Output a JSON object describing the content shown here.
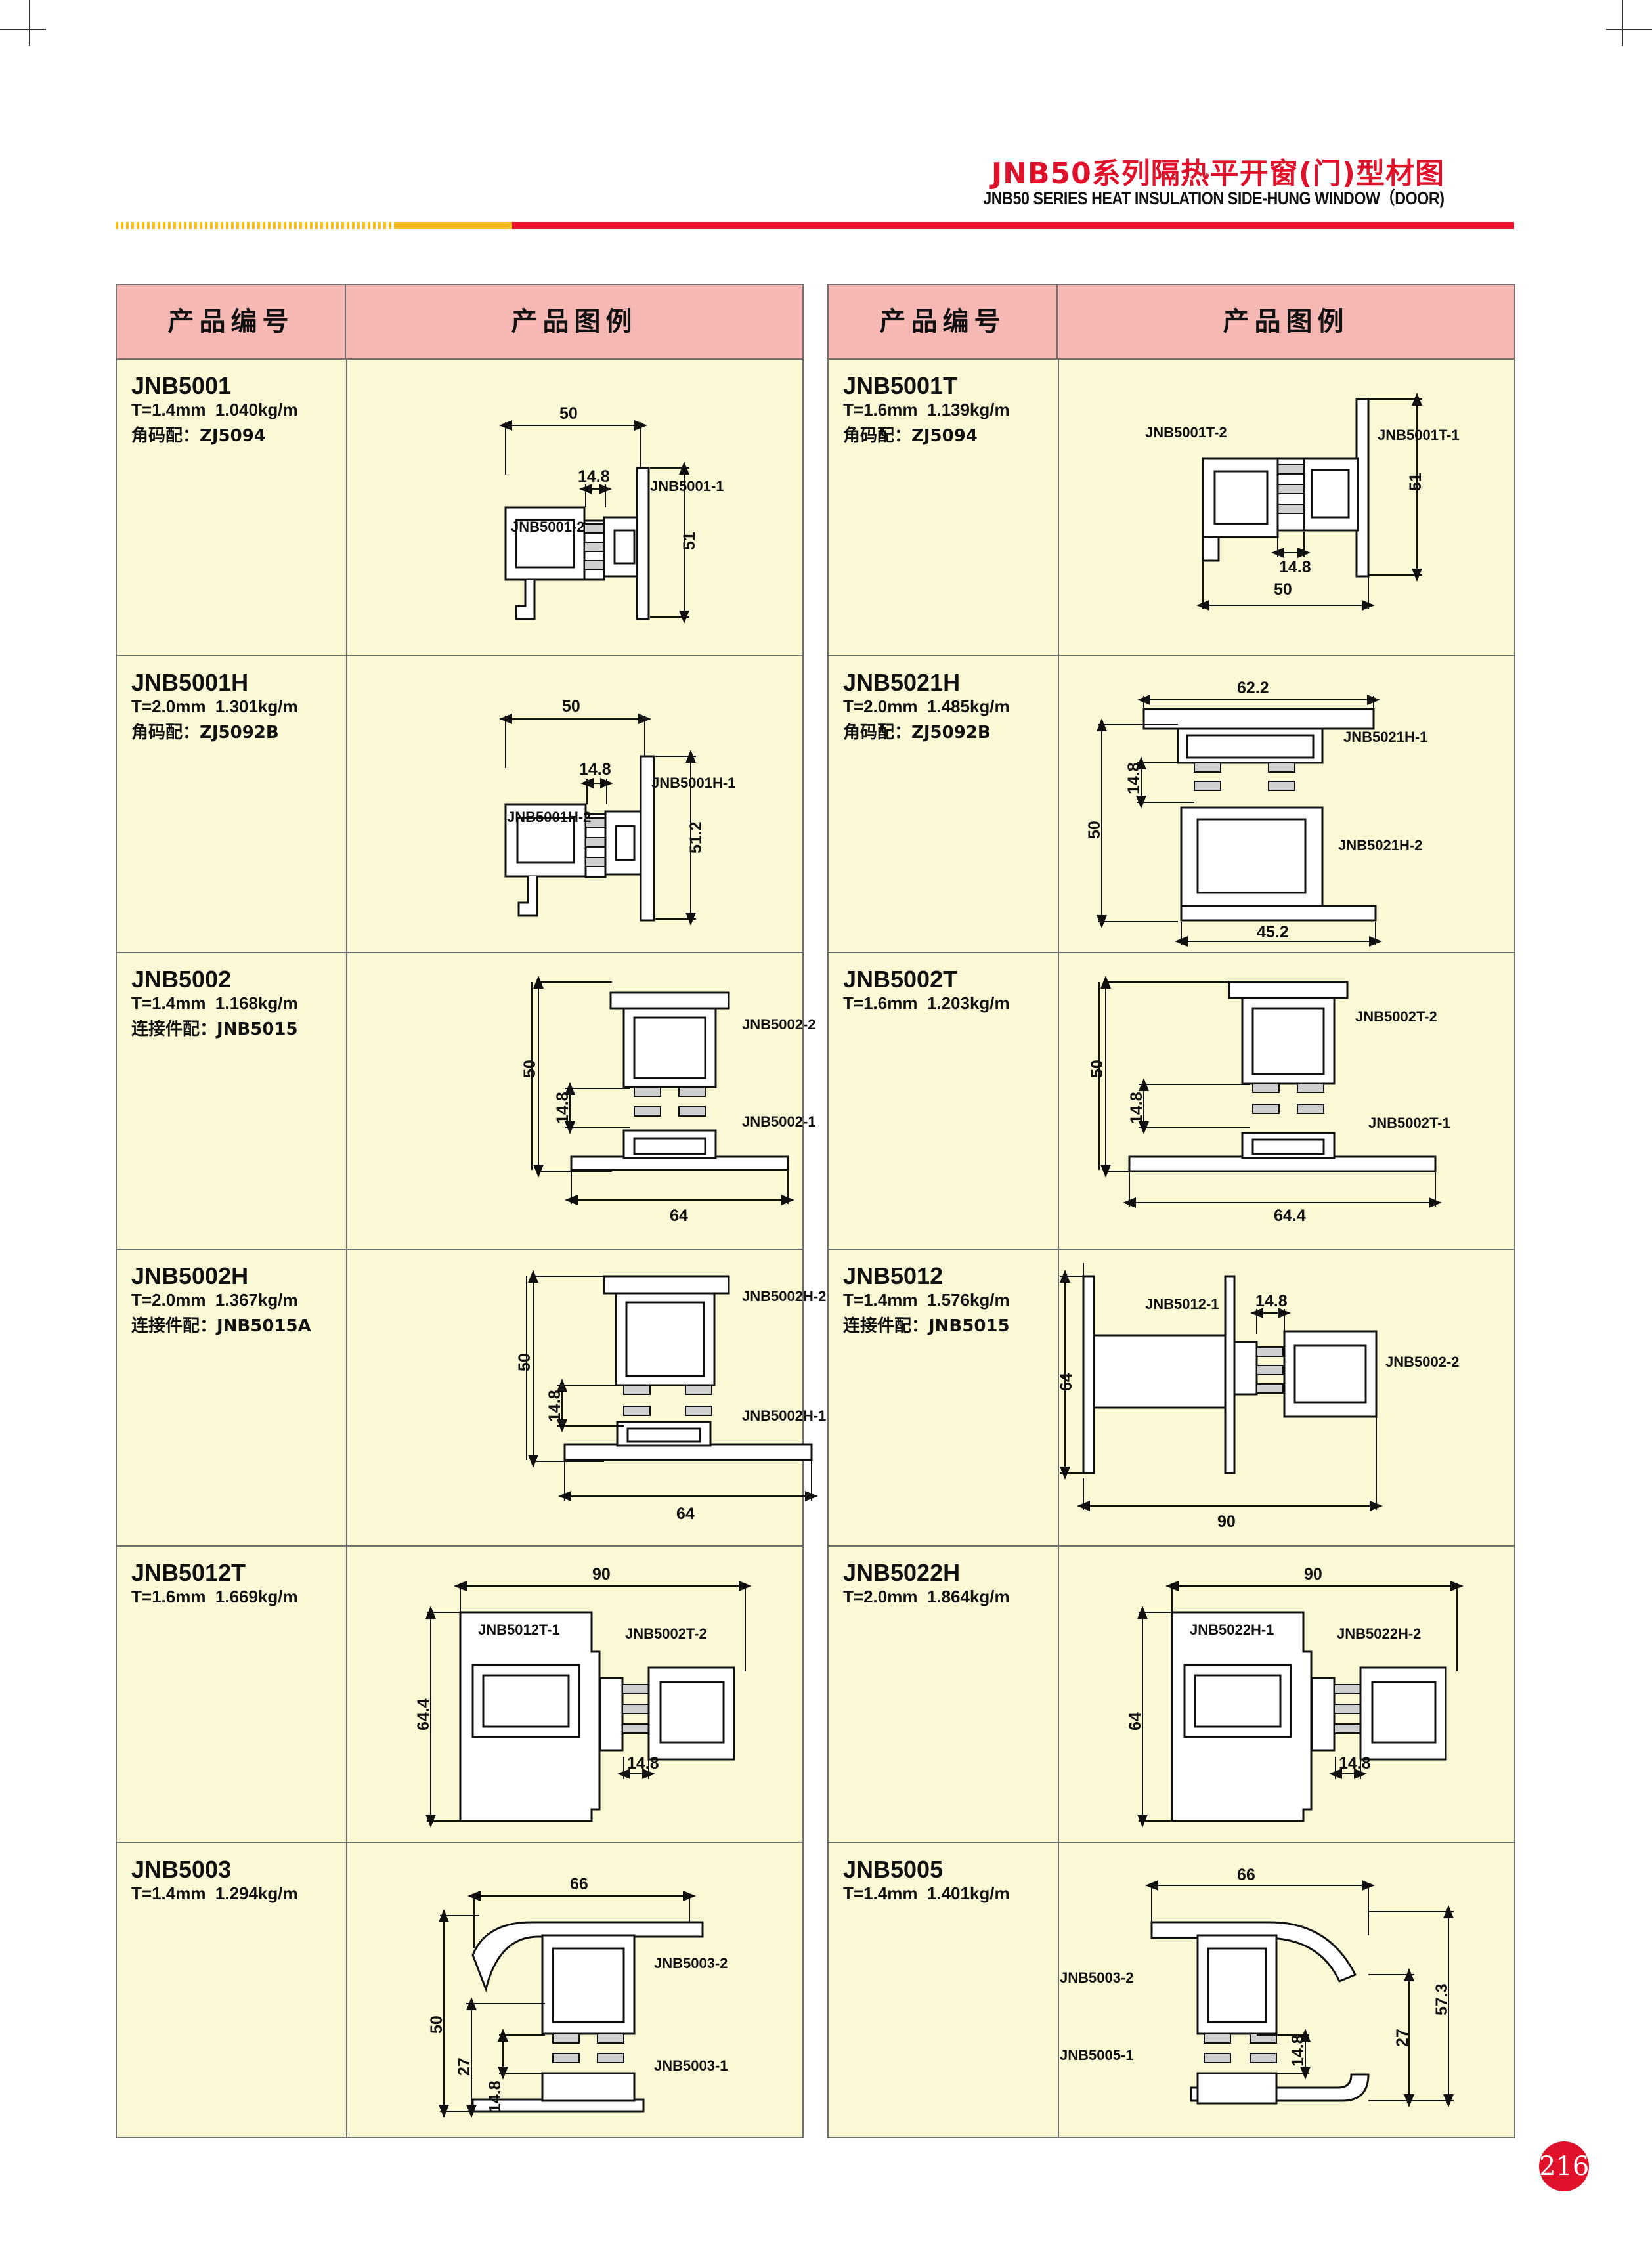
{
  "header": {
    "title_zh": "JNB50系列隔热平开窗(门)型材图",
    "title_en": "JNB50 SERIES HEAT INSULATION SIDE-HUNG WINDOW（DOOR)"
  },
  "table": {
    "col_code": "产品编号",
    "col_figure": "产品图例"
  },
  "left": [
    {
      "code": "JNB5001",
      "spec": "T=1.4mm  1.040kg/m",
      "accessory": "角码配：ZJ5094",
      "parts": [
        "JNB5001-1",
        "JNB5001-2"
      ],
      "dims": [
        "50",
        "14.8",
        "51"
      ]
    },
    {
      "code": "JNB5001H",
      "spec": "T=2.0mm  1.301kg/m",
      "accessory": "角码配：ZJ5092B",
      "parts": [
        "JNB5001H-1",
        "JNB5001H-2"
      ],
      "dims": [
        "50",
        "14.8",
        "51.2"
      ]
    },
    {
      "code": "JNB5002",
      "spec": "T=1.4mm  1.168kg/m",
      "accessory": "连接件配：JNB5015",
      "parts": [
        "JNB5002-2",
        "JNB5002-1"
      ],
      "dims": [
        "50",
        "14.8",
        "64"
      ]
    },
    {
      "code": "JNB5002H",
      "spec": "T=2.0mm  1.367kg/m",
      "accessory": "连接件配：JNB5015A",
      "parts": [
        "JNB5002H-2",
        "JNB5002H-1"
      ],
      "dims": [
        "50",
        "14.8",
        "64"
      ]
    },
    {
      "code": "JNB5012T",
      "spec": "T=1.6mm  1.669kg/m",
      "accessory": "",
      "parts": [
        "JNB5012T-1",
        "JNB5002T-2"
      ],
      "dims": [
        "90",
        "64.4",
        "14.8"
      ]
    },
    {
      "code": "JNB5003",
      "spec": "T=1.4mm  1.294kg/m",
      "accessory": "",
      "parts": [
        "JNB5003-2",
        "JNB5003-1"
      ],
      "dims": [
        "66",
        "50",
        "27",
        "14.8"
      ]
    }
  ],
  "right": [
    {
      "code": "JNB5001T",
      "spec": "T=1.6mm  1.139kg/m",
      "accessory": "角码配：ZJ5094",
      "parts": [
        "JNB5001T-2",
        "JNB5001T-1"
      ],
      "dims": [
        "51",
        "14.8",
        "50"
      ]
    },
    {
      "code": "JNB5021H",
      "spec": "T=2.0mm  1.485kg/m",
      "accessory": "角码配：ZJ5092B",
      "parts": [
        "JNB5021H-1",
        "JNB5021H-2"
      ],
      "dims": [
        "62.2",
        "14.8",
        "50",
        "45.2"
      ]
    },
    {
      "code": "JNB5002T",
      "spec": "T=1.6mm  1.203kg/m",
      "accessory": "",
      "parts": [
        "JNB5002T-2",
        "JNB5002T-1"
      ],
      "dims": [
        "50",
        "14.8",
        "64.4"
      ]
    },
    {
      "code": "JNB5012",
      "spec": "T=1.4mm  1.576kg/m",
      "accessory": "连接件配：JNB5015",
      "parts": [
        "JNB5012-1",
        "JNB5002-2"
      ],
      "dims": [
        "14.8",
        "64",
        "90"
      ]
    },
    {
      "code": "JNB5022H",
      "spec": "T=2.0mm  1.864kg/m",
      "accessory": "",
      "parts": [
        "JNB5022H-1",
        "JNB5022H-2"
      ],
      "dims": [
        "90",
        "64",
        "14.8"
      ]
    },
    {
      "code": "JNB5005",
      "spec": "T=1.4mm  1.401kg/m",
      "accessory": "",
      "parts": [
        "JNB5003-2",
        "JNB5005-1"
      ],
      "dims": [
        "66",
        "27",
        "57.3",
        "14.8"
      ]
    }
  ],
  "page_number": "216"
}
